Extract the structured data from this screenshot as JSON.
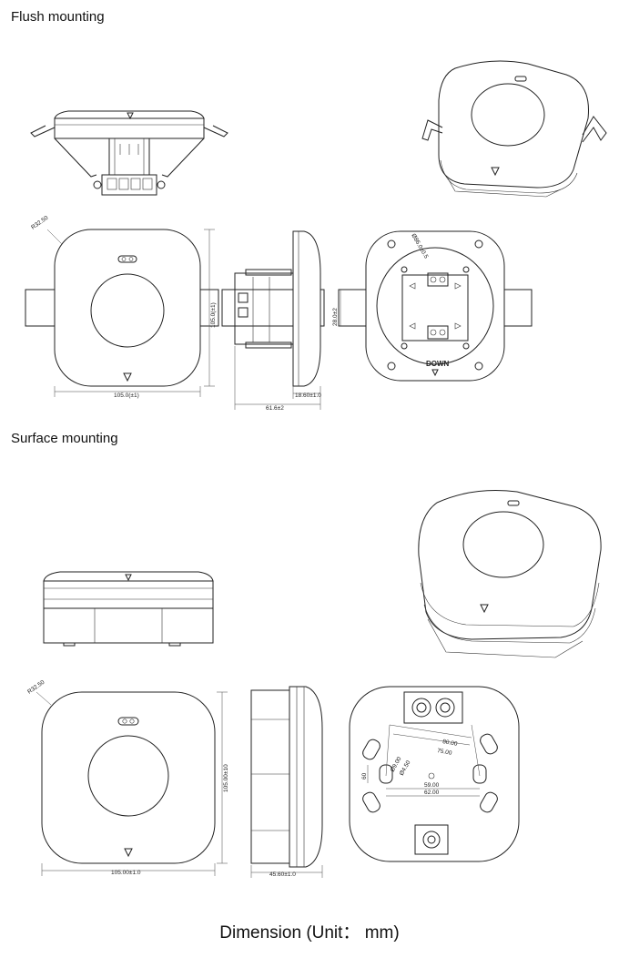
{
  "sections": {
    "flush_title": "Flush mounting",
    "surface_title": "Surface mounting"
  },
  "caption": "Dimension (Unit： mm)",
  "flush_dims": {
    "radius": "R32.50",
    "width": "105.0(±1)",
    "height": "105.0(±1)",
    "depth_total": "61.6±2",
    "depth_front": "18.60±1.0",
    "hole": "Ø86.0±0.5",
    "spring_height": "28.0±2",
    "down_label": "DOWN"
  },
  "surface_dims": {
    "radius": "R32.50",
    "width": "105.00±1.0",
    "height": "105.00±10",
    "depth": "45.60±1.0",
    "d80": "80.00",
    "d75": "75.00",
    "d59": "59.00",
    "d62": "62.00",
    "d9": "Ø9.00",
    "d4": "Ø4.50",
    "d60": "60"
  }
}
